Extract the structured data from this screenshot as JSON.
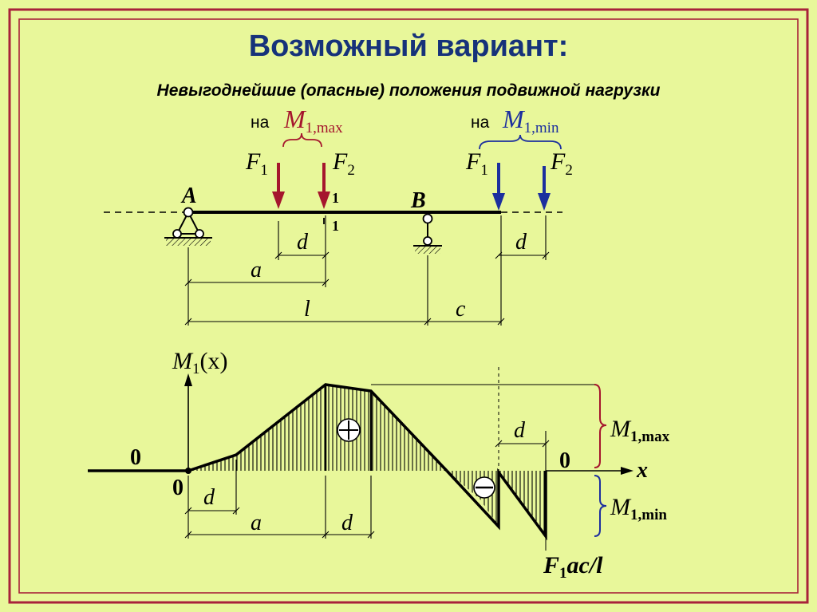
{
  "title": "Возможный вариант:",
  "subtitle": "Невыгоднейшие (опасные) положения подвижной нагрузки",
  "colors": {
    "title": "#16327a",
    "text": "#000000",
    "red": "#a5162d",
    "blue": "#1c2f9e",
    "frame": "#a8223a"
  },
  "beam": {
    "support_a": "A",
    "support_b": "B",
    "section_top": "1",
    "section_bottom": "1",
    "bracket_max_prefix": "на",
    "bracket_max_label": "M",
    "bracket_max_sub": "1,max",
    "bracket_min_prefix": "на",
    "bracket_min_label": "M",
    "bracket_min_sub": "1,min",
    "force_1": "F",
    "force_1_sub": "1",
    "force_2": "F",
    "force_2_sub": "2",
    "dim_d": "d",
    "dim_a": "a",
    "dim_l": "l",
    "dim_c": "c"
  },
  "graph": {
    "y_label_main": "M",
    "y_label_sub": "1",
    "y_label_arg": "(x)",
    "x_label": "x",
    "zero_left": "0",
    "zero_origin": "0",
    "zero_right": "0",
    "dim_d": "d",
    "dim_a": "a",
    "brace_max_label": "M",
    "brace_max_sub": "1,max",
    "brace_min_label": "M",
    "brace_min_sub": "1,min",
    "bottom_label_f": "F",
    "bottom_label_sub": "1",
    "bottom_label_rest": "ac/l"
  }
}
